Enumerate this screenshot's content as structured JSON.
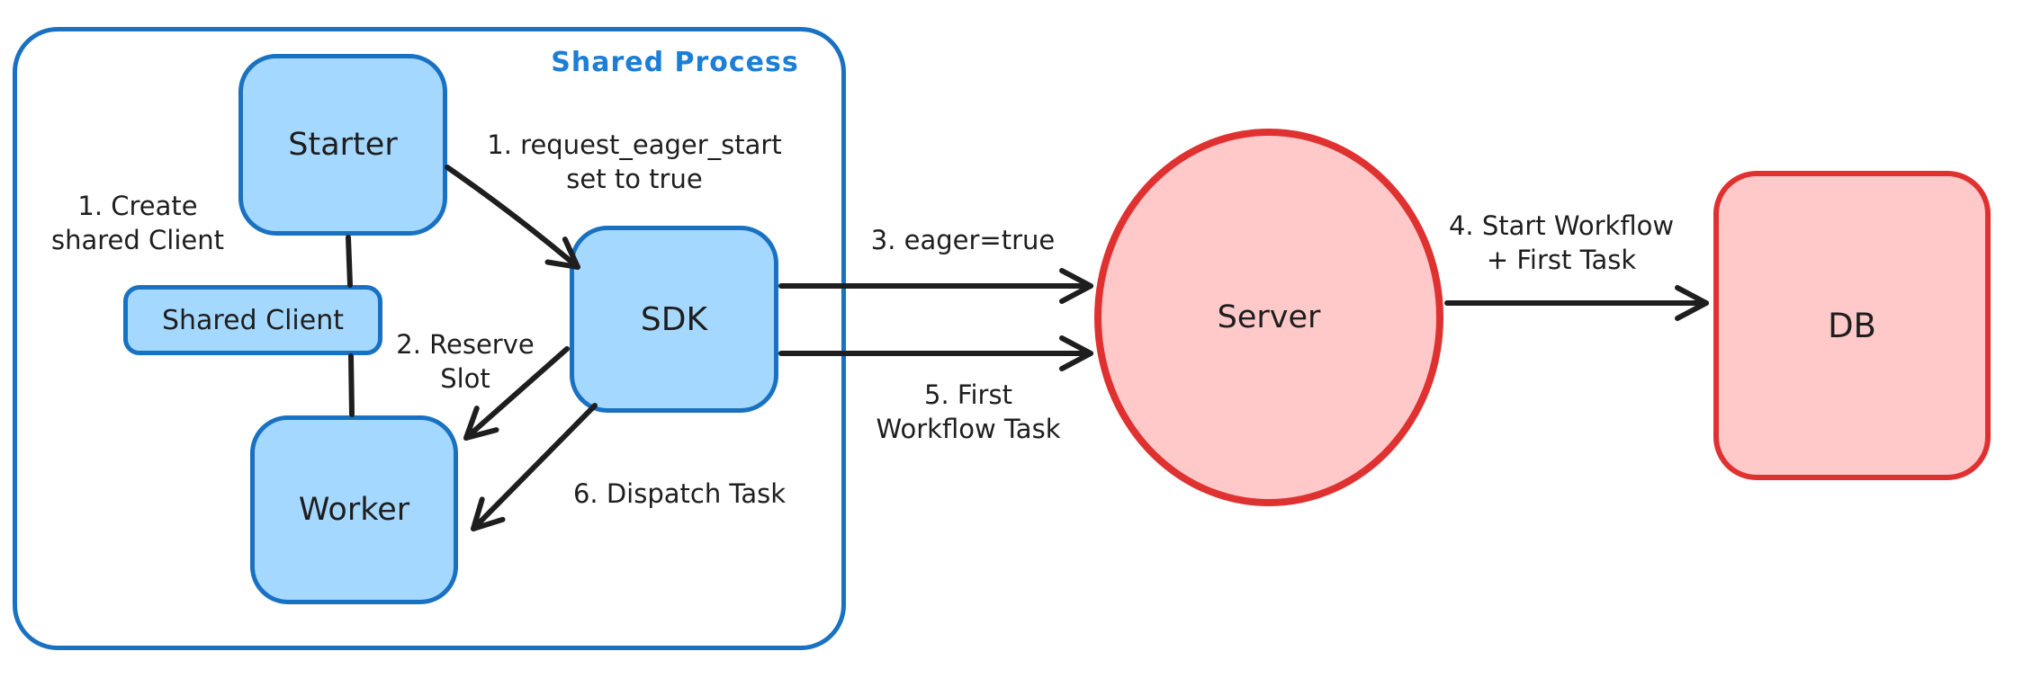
{
  "title": "Shared Process",
  "nodes": {
    "starter": {
      "label": "Starter"
    },
    "shared_client": {
      "label": "Shared Client"
    },
    "worker": {
      "label": "Worker"
    },
    "sdk": {
      "label": "SDK"
    },
    "server": {
      "label": "Server"
    },
    "db": {
      "label": "DB"
    }
  },
  "annotations": {
    "create_shared_client": "1. Create\nshared Client",
    "request_eager_start": "1. request_eager_start\nset to true",
    "reserve_slot": "2. Reserve\nSlot",
    "eager_true": "3. eager=true",
    "start_workflow_first_task": "4. Start Workflow\n+ First Task",
    "first_workflow_task": "5. First\nWorkflow Task",
    "dispatch_task": "6. Dispatch Task"
  },
  "colors": {
    "blue_stroke": "#1971c2",
    "blue_fill": "#a5d8ff",
    "blue_label": "#1c7ed6",
    "red_stroke": "#e03131",
    "red_fill": "#ffc9c9",
    "ink": "#1e1e1e",
    "background": "#ffffff"
  }
}
